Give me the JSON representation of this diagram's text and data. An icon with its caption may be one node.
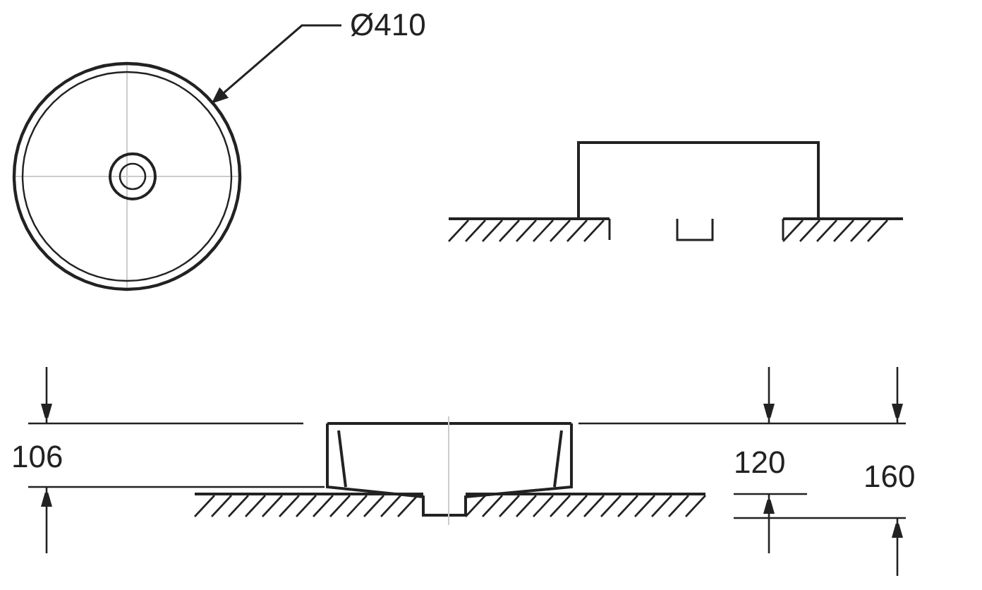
{
  "diagram": {
    "nodes": [
      {
        "text": [
          "Ø410"
        ]
      },
      {
        "text": [],
        "shape": "circle"
      }
    ],
    "edges": [
      {
        "from": 0,
        "to": 1,
        "arrow": "to"
      }
    ],
    "labels": [
      "106",
      "120",
      "160"
    ]
  }
}
